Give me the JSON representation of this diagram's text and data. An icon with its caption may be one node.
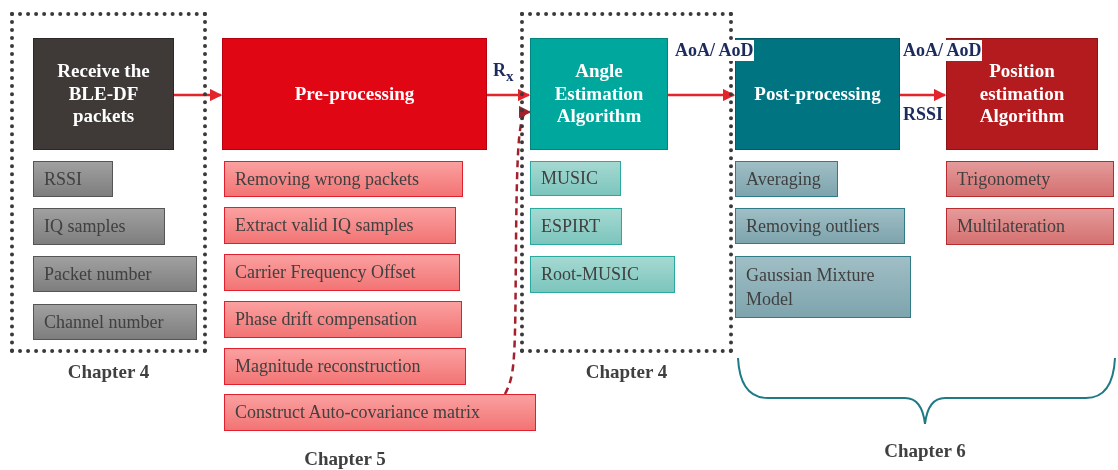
{
  "diagram": {
    "nodes": [
      {
        "text": [],
        "shape": "box",
        "beside": [
          "Chapter 4"
        ]
      },
      {
        "text": [
          "Receive the BLE-DF packets"
        ],
        "in": 0
      },
      {
        "text": [
          "RSSI"
        ],
        "in": 0
      },
      {
        "text": [
          "IQ samples"
        ],
        "in": 0
      },
      {
        "text": [
          "Packet number"
        ],
        "in": 0
      },
      {
        "text": [
          "Channel number"
        ],
        "in": 0
      },
      {
        "text": [
          "Pre-processing"
        ]
      },
      {
        "text": [
          "Removing wrong packets"
        ]
      },
      {
        "text": [
          "Extract valid IQ samples"
        ]
      },
      {
        "text": [
          "Carrier Frequency Offset"
        ]
      },
      {
        "text": [
          "Phase drift compensation"
        ]
      },
      {
        "text": [
          "Magnitude reconstruction"
        ]
      },
      {
        "text": [
          "Construct Auto-covariance matrix"
        ]
      },
      {
        "text": [],
        "shape": "box",
        "beside": [
          "Chapter 4"
        ]
      },
      {
        "text": [
          "Angle Estimation Algorithm"
        ],
        "in": 13
      },
      {
        "text": [
          "MUSIC"
        ],
        "in": 13
      },
      {
        "text": [
          "ESPIRT"
        ],
        "in": 13
      },
      {
        "text": [
          "Root-MUSIC"
        ],
        "in": 13
      },
      {
        "text": [
          "Post-processing"
        ]
      },
      {
        "text": [
          "Averaging"
        ]
      },
      {
        "text": [
          "Removing outliers"
        ]
      },
      {
        "text": [
          "Gaussian Mixture Model"
        ]
      },
      {
        "text": [
          "Position estimation Algorithm"
        ]
      },
      {
        "text": [
          "Trigonomety"
        ]
      },
      {
        "text": [
          "Multilateration"
        ]
      }
    ],
    "edges": [
      {
        "from": 1,
        "to": 6,
        "arrow": "to"
      },
      {
        "from": 6,
        "to": 14,
        "arrow": "to",
        "label": "R$_{x}$"
      },
      {
        "from": 14,
        "to": 18,
        "arrow": "to",
        "label": "AoA/ AoD"
      },
      {
        "from": 18,
        "to": 22,
        "arrow": "to",
        "label": "AoA/ AoD"
      },
      {
        "from": 12,
        "to": 14,
        "arrow": "to",
        "style": "dashed",
        "color": "#a3202c"
      }
    ],
    "labels": [
      "RSSI",
      "Chapter 5",
      "Chapter 6"
    ]
  }
}
